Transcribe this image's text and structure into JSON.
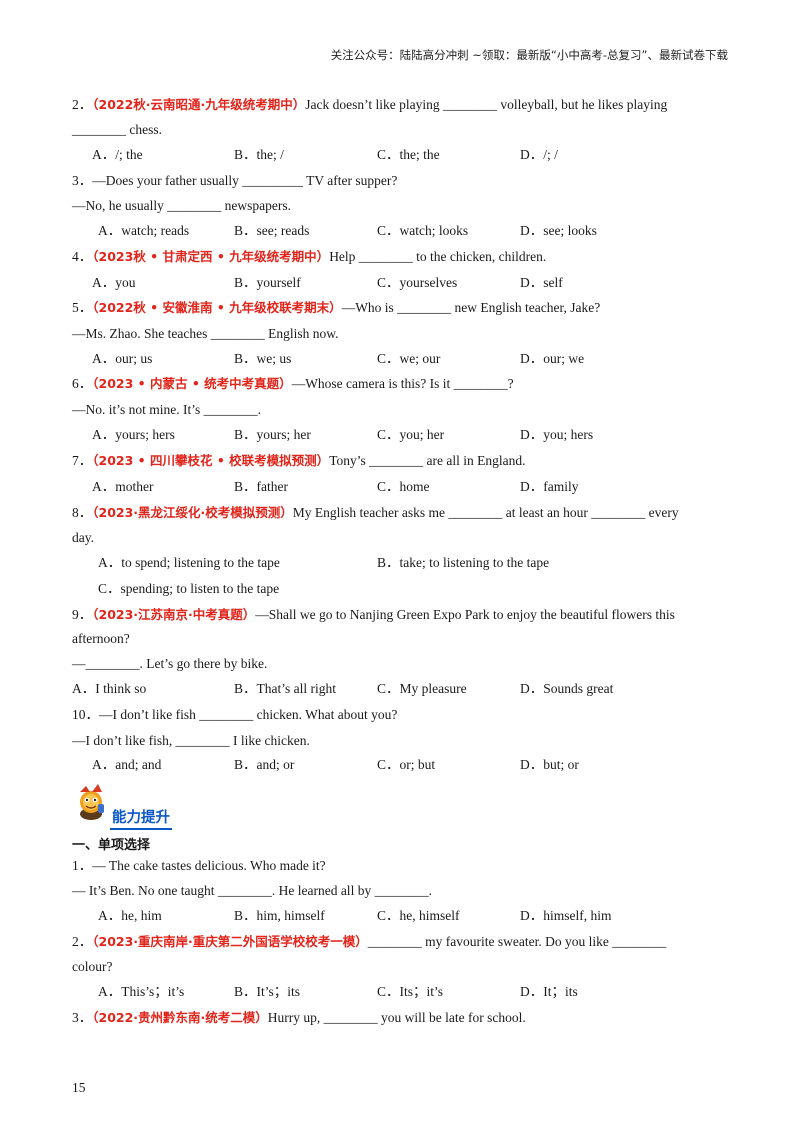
{
  "header": "关注公众号：陆陆高分冲刺  ~领取：最新版“小中高考-总复习”、最新试卷下载",
  "q2": {
    "num": "2．",
    "src": "（2022秋·云南昭通·九年级统考期中）",
    "text1": "Jack doesn’t like playing ________ volleyball, but he likes playing",
    "text2": "________ chess.",
    "options": [
      "A．/; the",
      "B．the; /",
      "C．the; the",
      "D．/; /"
    ]
  },
  "q3": {
    "text1": "3．—Does your father usually _________ TV after supper?",
    "text2": "—No, he usually ________ newspapers.",
    "options": [
      "A．watch; reads",
      "B．see; reads",
      "C．watch; looks",
      "D．see; looks"
    ]
  },
  "q4": {
    "num": "4．",
    "src": "（2023秋 • 甘肃定西 • 九年级统考期中）",
    "text1": "Help ________ to the chicken, children.",
    "options": [
      "A．you",
      "B．yourself",
      "C．yourselves",
      "D．self"
    ]
  },
  "q5": {
    "num": "5．",
    "src": "（2022秋 • 安徽淮南 • 九年级校联考期末）",
    "text1": "—Who is ________ new English teacher, Jake?",
    "text2": "—Ms. Zhao. She teaches ________ English now.",
    "options": [
      "A．our; us",
      "B．we; us",
      "C．we; our",
      "D．our; we"
    ]
  },
  "q6": {
    "num": "6．",
    "src": "（2023 • 内蒙古 • 统考中考真题）",
    "text1": "—Whose camera is this? Is it ________?",
    "text2": "—No. it’s not mine. It’s ________.",
    "options": [
      "A．yours; hers",
      "B．yours; her",
      "C．you; her",
      "D．you; hers"
    ]
  },
  "q7": {
    "num": "7．",
    "src": "（2023 • 四川攀枝花 • 校联考模拟预测）",
    "text1": "Tony’s ________ are all in England.",
    "options": [
      "A．mother",
      "B．father",
      "C．home",
      "D．family"
    ]
  },
  "q8": {
    "num": "8．",
    "src": "（2023·黑龙江绥化·校考模拟预测）",
    "text1": "My English teacher asks me ________ at least an hour ________ every",
    "text2": "day.",
    "options": [
      "A．to spend; listening to the tape",
      "B．take; to listening to the tape",
      "C．spending; to listen to the tape"
    ]
  },
  "q9": {
    "num": "9．",
    "src": "（2023·江苏南京·中考真题）",
    "text1": "—Shall we go to Nanjing Green Expo Park to enjoy the beautiful flowers this",
    "text2": "afternoon?",
    "text3": "—________. Let’s go there by bike.",
    "options": [
      "A．I think so",
      "B．That’s all right",
      "C．My pleasure",
      "D．Sounds great"
    ]
  },
  "q10": {
    "text1": "10．—I don’t like fish ________ chicken. What about you?",
    "text2": "—I don’t like fish, ________ I like chicken.",
    "options": [
      "A．and; and",
      "B．and; or",
      "C．or; but",
      "D．but; or"
    ]
  },
  "section": {
    "title": "能力提升",
    "subtitle": "一、单项选择"
  },
  "s1": {
    "text1": "1．—  The cake tastes delicious. Who made it?",
    "text2": "— It’s Ben. No one taught ________. He learned all by ________.",
    "options": [
      "A．he, him",
      "B．him, himself",
      "C．he, himself",
      "D．himself, him"
    ]
  },
  "s2": {
    "num": "2．",
    "src": "（2023·重庆南岸·重庆第二外国语学校校考一模）",
    "text1": "________ my favourite sweater. Do you like ________",
    "text2": "colour?",
    "options": [
      "A．This’s；it’s",
      "B．It’s；its",
      "C．Its；it’s",
      "D．It；its"
    ]
  },
  "s3": {
    "num": "3．",
    "src": "（2022·贵州黔东南·统考二模）",
    "text1": "Hurry up, ________ you will be late for school."
  },
  "page_number": "15"
}
